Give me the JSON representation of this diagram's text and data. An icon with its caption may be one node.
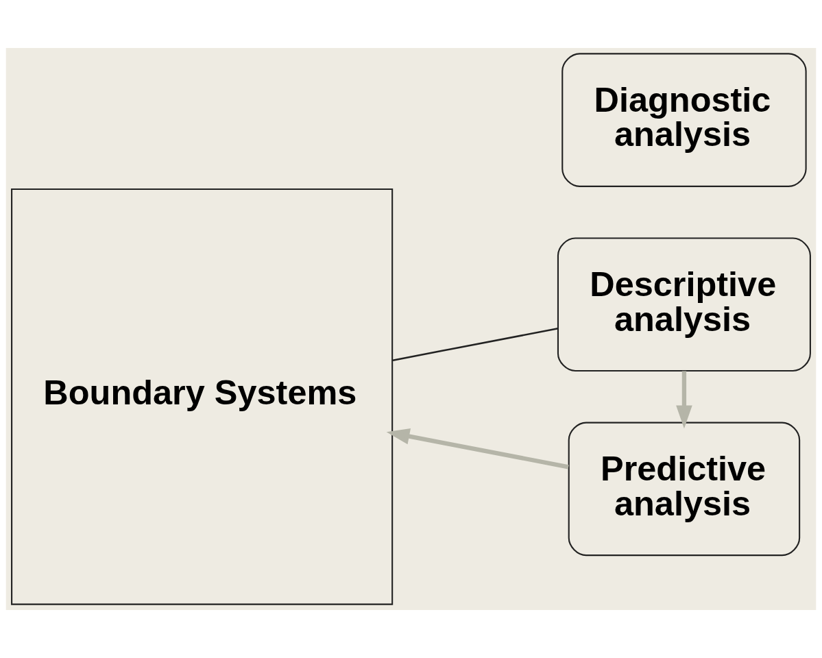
{
  "diagram": {
    "nodes": [
      {
        "text": [
          "Boundary Systems"
        ]
      },
      {
        "text": [
          "Descriptive analysis"
        ]
      },
      {
        "text": [
          "Diagnostic analysis"
        ]
      },
      {
        "text": [
          "Predictive analysis"
        ]
      }
    ],
    "edges": [
      {
        "from": 0,
        "to": 1,
        "arrow": "none",
        "color": "#222222"
      },
      {
        "from": 1,
        "to": 3,
        "arrow": "to"
      },
      {
        "from": 3,
        "to": 0,
        "arrow": "to"
      }
    ]
  }
}
